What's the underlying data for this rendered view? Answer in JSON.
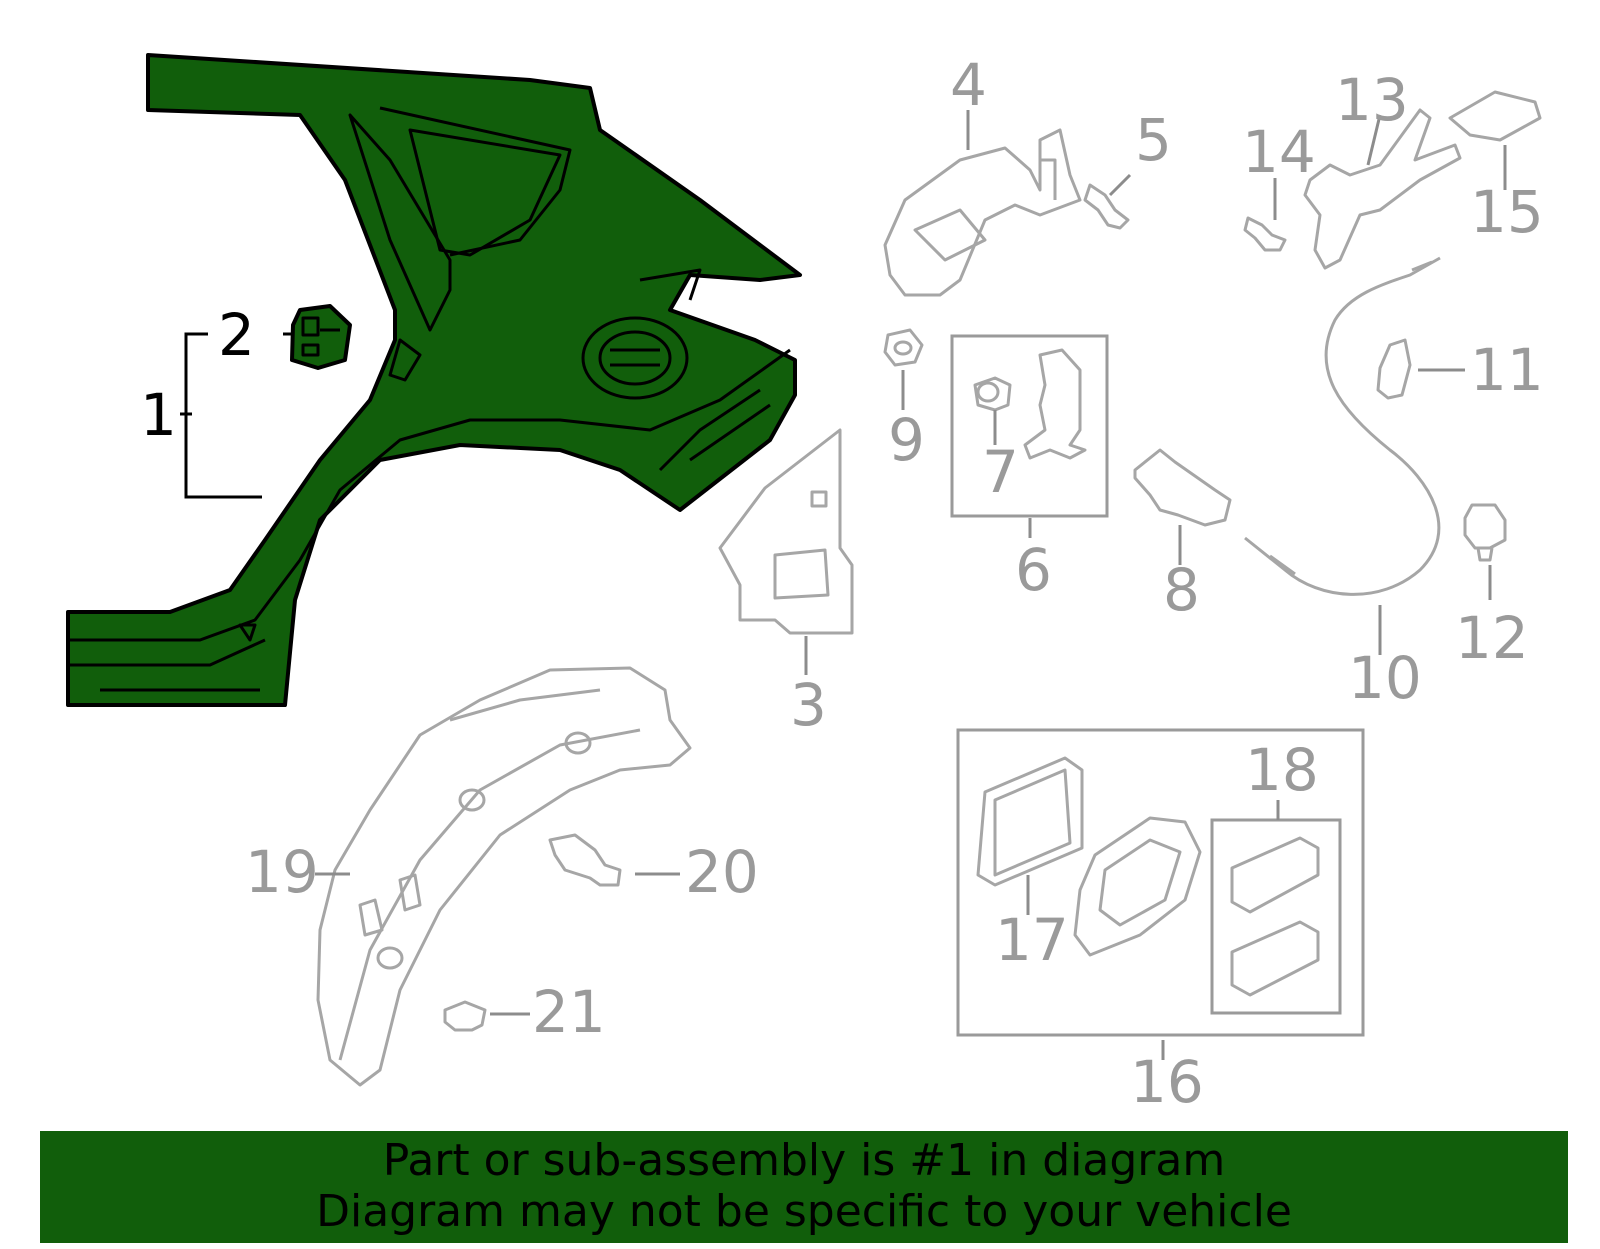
{
  "colors": {
    "highlight": "#115e0b",
    "outline": "#a6a6a6",
    "callout_text": "#9a9a9a",
    "banner_bg": "#115e0b"
  },
  "callouts": {
    "c1": "1",
    "c2": "2",
    "c3": "3",
    "c4": "4",
    "c5": "5",
    "c6": "6",
    "c7": "7",
    "c8": "8",
    "c9": "9",
    "c10": "10",
    "c11": "11",
    "c12": "12",
    "c13": "13",
    "c14": "14",
    "c15": "15",
    "c16": "16",
    "c17": "17",
    "c18": "18",
    "c19": "19",
    "c20": "20",
    "c21": "21"
  },
  "banner": {
    "line1": "Part or sub-assembly is #1 in diagram",
    "line2": "Diagram may not be specific to your vehicle"
  }
}
